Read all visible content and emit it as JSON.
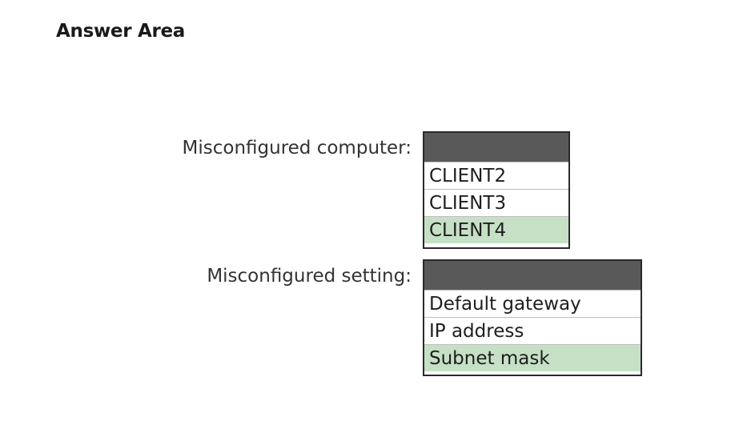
{
  "heading": "Answer Area",
  "rows": [
    {
      "label": "Misconfigured computer:",
      "options": [
        "CLIENT2",
        "CLIENT3",
        "CLIENT4"
      ],
      "selected": "CLIENT4"
    },
    {
      "label": "Misconfigured setting:",
      "options": [
        "Default gateway",
        "IP address",
        "Subnet mask"
      ],
      "selected": "Subnet mask"
    }
  ],
  "colors": {
    "header_bar": "#595959",
    "selected_background": "#c6e0c6",
    "border": "#2a2a2a"
  }
}
